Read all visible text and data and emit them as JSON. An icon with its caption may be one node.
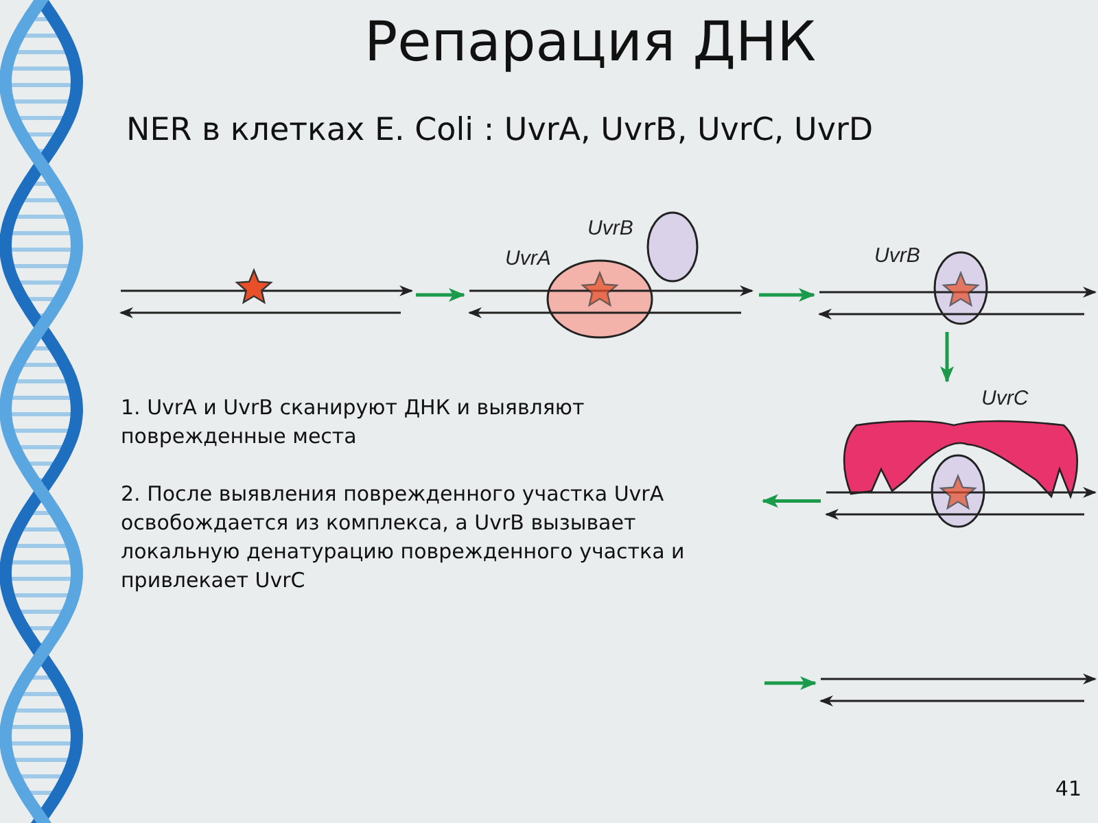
{
  "diagram": {
    "title": "Репарация ДНК",
    "nodes": [
      {
        "text": [],
        "shape": "picture"
      },
      {
        "text": [
          "UvrB",
          "UvrA"
        ]
      },
      {
        "text": [
          "UvrB"
        ]
      },
      {
        "text": [
          "UvrC"
        ]
      },
      {
        "text": [],
        "shape": "picture"
      }
    ],
    "edges": [
      {
        "from": 0,
        "to": 1,
        "arrow": "to"
      },
      {
        "from": 1,
        "to": 2,
        "arrow": "to"
      },
      {
        "from": 2,
        "to": 3,
        "arrow": "to"
      },
      {
        "from": 3,
        "to": null,
        "arrow": "to"
      },
      {
        "from": null,
        "to": 4,
        "arrow": "to"
      }
    ],
    "labels": [
      "NER в клетках E. Coli : UvrA, UvrB, UvrC, UvrD",
      "1. UvrA и UvrB сканируют ДНК и выявляют поврежденные места",
      "2. После выявления поврежденного участка UvrA освобождается из комплекса, а UvrB вызывает локальную денатурацию поврежденного участка и привлекает UvrC",
      "41"
    ]
  }
}
